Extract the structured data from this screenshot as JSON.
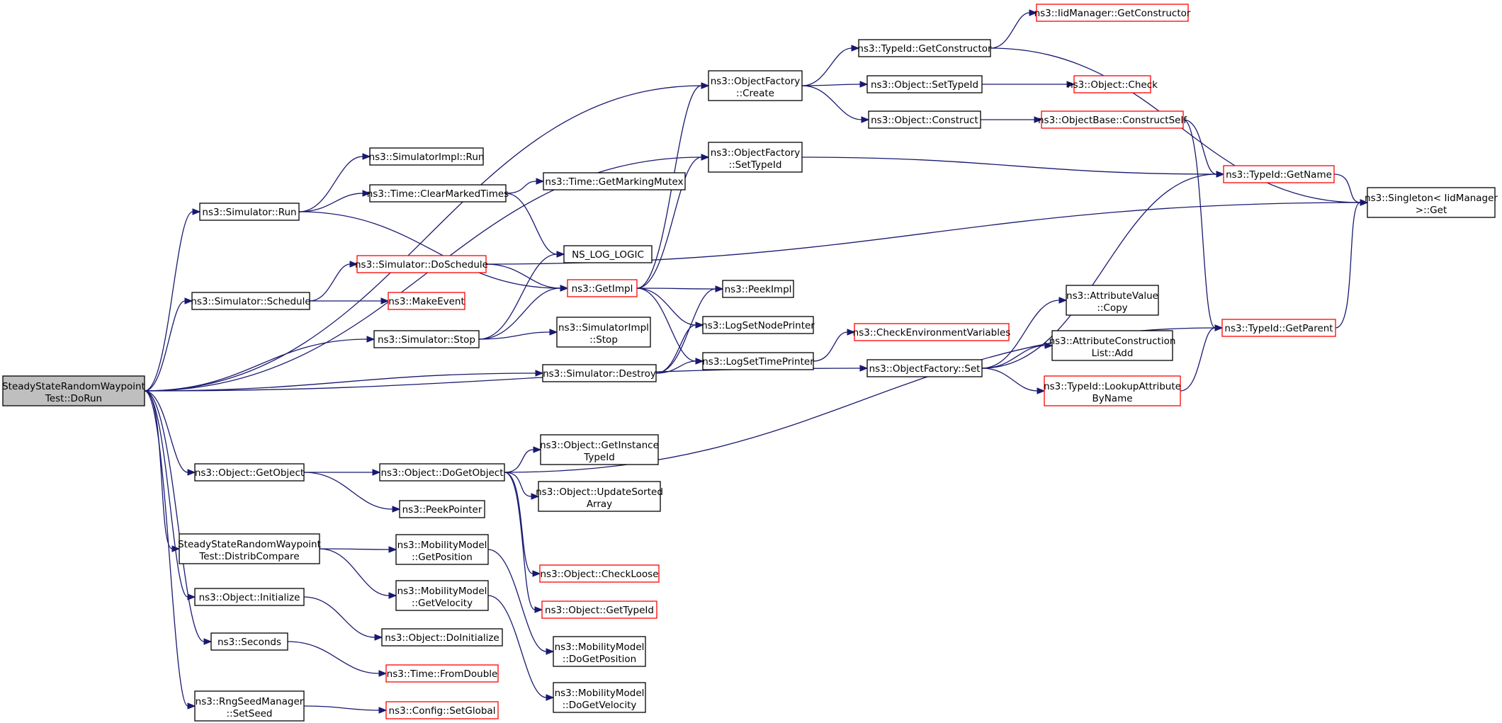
{
  "graph": {
    "kind": "call graph",
    "colors": {
      "background": "#ffffff",
      "edge": "#191970",
      "root_fill": "#bfbfbf",
      "node_fill": "#ffffff",
      "node_border": "#000000",
      "truncated_border": "#ff0000"
    },
    "nodes": [
      {
        "id": "root",
        "lines": [
          "SteadyStateRandomWaypoint",
          "Test::DoRun"
        ],
        "style": "root"
      },
      {
        "id": "sim_run",
        "lines": [
          "ns3::Simulator::Run"
        ],
        "style": "normal"
      },
      {
        "id": "sim_schedule",
        "lines": [
          "ns3::Simulator::Schedule"
        ],
        "style": "normal"
      },
      {
        "id": "sim_stop",
        "lines": [
          "ns3::Simulator::Stop"
        ],
        "style": "normal"
      },
      {
        "id": "sim_destroy",
        "lines": [
          "ns3::Simulator::Destroy"
        ],
        "style": "normal"
      },
      {
        "id": "obj_getobject",
        "lines": [
          "ns3::Object::GetObject"
        ],
        "style": "normal"
      },
      {
        "id": "distrib",
        "lines": [
          "SteadyStateRandomWaypoint",
          "Test::DistribCompare"
        ],
        "style": "normal"
      },
      {
        "id": "obj_init",
        "lines": [
          "ns3::Object::Initialize"
        ],
        "style": "normal"
      },
      {
        "id": "seconds",
        "lines": [
          "ns3::Seconds"
        ],
        "style": "normal"
      },
      {
        "id": "rng_setseed",
        "lines": [
          "ns3::RngSeedManager",
          "::SetSeed"
        ],
        "style": "normal"
      },
      {
        "id": "simimpl_run",
        "lines": [
          "ns3::SimulatorImpl::Run"
        ],
        "style": "normal"
      },
      {
        "id": "time_clear",
        "lines": [
          "ns3::Time::ClearMarkedTimes"
        ],
        "style": "normal"
      },
      {
        "id": "sim_doschedule",
        "lines": [
          "ns3::Simulator::DoSchedule"
        ],
        "style": "truncated"
      },
      {
        "id": "makeevent",
        "lines": [
          "ns3::MakeEvent"
        ],
        "style": "truncated"
      },
      {
        "id": "simimpl_stop",
        "lines": [
          "ns3::SimulatorImpl",
          "::Stop"
        ],
        "style": "normal"
      },
      {
        "id": "time_getmutex",
        "lines": [
          "ns3::Time::GetMarkingMutex"
        ],
        "style": "normal"
      },
      {
        "id": "ns_log_logic",
        "lines": [
          "NS_LOG_LOGIC"
        ],
        "style": "normal"
      },
      {
        "id": "getimpl",
        "lines": [
          "ns3::GetImpl"
        ],
        "style": "truncated"
      },
      {
        "id": "of_create",
        "lines": [
          "ns3::ObjectFactory",
          "::Create"
        ],
        "style": "normal"
      },
      {
        "id": "of_settypeid",
        "lines": [
          "ns3::ObjectFactory",
          "::SetTypeId"
        ],
        "style": "normal"
      },
      {
        "id": "peekimpl",
        "lines": [
          "ns3::PeekImpl"
        ],
        "style": "normal"
      },
      {
        "id": "logsetnode",
        "lines": [
          "ns3::LogSetNodePrinter"
        ],
        "style": "normal"
      },
      {
        "id": "logsettime",
        "lines": [
          "ns3::LogSetTimePrinter"
        ],
        "style": "normal"
      },
      {
        "id": "obj_dogetobject",
        "lines": [
          "ns3::Object::DoGetObject"
        ],
        "style": "normal"
      },
      {
        "id": "peekpointer",
        "lines": [
          "ns3::PeekPointer"
        ],
        "style": "normal"
      },
      {
        "id": "mm_getpos",
        "lines": [
          "ns3::MobilityModel",
          "::GetPosition"
        ],
        "style": "normal"
      },
      {
        "id": "mm_getvel",
        "lines": [
          "ns3::MobilityModel",
          "::GetVelocity"
        ],
        "style": "normal"
      },
      {
        "id": "obj_doinit",
        "lines": [
          "ns3::Object::DoInitialize"
        ],
        "style": "normal"
      },
      {
        "id": "time_fromdouble",
        "lines": [
          "ns3::Time::FromDouble"
        ],
        "style": "truncated"
      },
      {
        "id": "config_setglobal",
        "lines": [
          "ns3::Config::SetGlobal"
        ],
        "style": "truncated"
      },
      {
        "id": "obj_getinstance",
        "lines": [
          "ns3::Object::GetInstance",
          "TypeId"
        ],
        "style": "normal"
      },
      {
        "id": "obj_updatesorted",
        "lines": [
          "ns3::Object::UpdateSorted",
          "Array"
        ],
        "style": "normal"
      },
      {
        "id": "obj_checkloose",
        "lines": [
          "ns3::Object::CheckLoose"
        ],
        "style": "truncated"
      },
      {
        "id": "obj_gettypeid",
        "lines": [
          "ns3::Object::GetTypeId"
        ],
        "style": "truncated"
      },
      {
        "id": "mm_dogetpos",
        "lines": [
          "ns3::MobilityModel",
          "::DoGetPosition"
        ],
        "style": "normal"
      },
      {
        "id": "mm_dogetvel",
        "lines": [
          "ns3::MobilityModel",
          "::DoGetVelocity"
        ],
        "style": "normal"
      },
      {
        "id": "typeid_getctor",
        "lines": [
          "ns3::TypeId::GetConstructor"
        ],
        "style": "normal"
      },
      {
        "id": "obj_settypeid",
        "lines": [
          "ns3::Object::SetTypeId"
        ],
        "style": "normal"
      },
      {
        "id": "obj_construct",
        "lines": [
          "ns3::Object::Construct"
        ],
        "style": "normal"
      },
      {
        "id": "checkenv",
        "lines": [
          "ns3::CheckEnvironmentVariables"
        ],
        "style": "truncated"
      },
      {
        "id": "of_set",
        "lines": [
          "ns3::ObjectFactory::Set"
        ],
        "style": "normal"
      },
      {
        "id": "iid_getctor",
        "lines": [
          "ns3::IidManager::GetConstructor"
        ],
        "style": "truncated"
      },
      {
        "id": "obj_check",
        "lines": [
          "ns3::Object::Check"
        ],
        "style": "truncated"
      },
      {
        "id": "objbase_constructself",
        "lines": [
          "ns3::ObjectBase::ConstructSelf"
        ],
        "style": "truncated"
      },
      {
        "id": "av_copy",
        "lines": [
          "ns3::AttributeValue",
          "::Copy"
        ],
        "style": "normal"
      },
      {
        "id": "acl_add",
        "lines": [
          "ns3::AttributeConstruction",
          "List::Add"
        ],
        "style": "normal"
      },
      {
        "id": "typeid_lookup",
        "lines": [
          "ns3::TypeId::LookupAttribute",
          "ByName"
        ],
        "style": "truncated"
      },
      {
        "id": "typeid_getname",
        "lines": [
          "ns3::TypeId::GetName"
        ],
        "style": "truncated"
      },
      {
        "id": "typeid_getparent",
        "lines": [
          "ns3::TypeId::GetParent"
        ],
        "style": "truncated"
      },
      {
        "id": "singleton_get",
        "lines": [
          "ns3::Singleton< IidManager",
          " >::Get"
        ],
        "style": "normal"
      }
    ],
    "edges": [
      {
        "from": "root",
        "to": "of_create"
      },
      {
        "from": "root",
        "to": "of_settypeid"
      },
      {
        "from": "root",
        "to": "sim_run"
      },
      {
        "from": "root",
        "to": "sim_schedule"
      },
      {
        "from": "root",
        "to": "sim_stop"
      },
      {
        "from": "root",
        "to": "sim_destroy"
      },
      {
        "from": "root",
        "to": "of_set"
      },
      {
        "from": "root",
        "to": "obj_getobject"
      },
      {
        "from": "root",
        "to": "distrib"
      },
      {
        "from": "root",
        "to": "obj_init"
      },
      {
        "from": "root",
        "to": "seconds"
      },
      {
        "from": "root",
        "to": "rng_setseed"
      },
      {
        "from": "sim_run",
        "to": "simimpl_run"
      },
      {
        "from": "sim_run",
        "to": "time_clear"
      },
      {
        "from": "sim_run",
        "to": "getimpl"
      },
      {
        "from": "time_clear",
        "to": "time_getmutex"
      },
      {
        "from": "time_clear",
        "to": "ns_log_logic"
      },
      {
        "from": "sim_schedule",
        "to": "sim_doschedule"
      },
      {
        "from": "sim_schedule",
        "to": "makeevent"
      },
      {
        "from": "sim_doschedule",
        "to": "getimpl"
      },
      {
        "from": "sim_doschedule",
        "to": "singleton_get"
      },
      {
        "from": "sim_stop",
        "to": "ns_log_logic"
      },
      {
        "from": "sim_stop",
        "to": "getimpl"
      },
      {
        "from": "sim_stop",
        "to": "simimpl_stop"
      },
      {
        "from": "sim_destroy",
        "to": "peekimpl"
      },
      {
        "from": "sim_destroy",
        "to": "logsetnode"
      },
      {
        "from": "sim_destroy",
        "to": "logsettime"
      },
      {
        "from": "getimpl",
        "to": "of_create"
      },
      {
        "from": "getimpl",
        "to": "of_settypeid"
      },
      {
        "from": "getimpl",
        "to": "peekimpl"
      },
      {
        "from": "getimpl",
        "to": "logsetnode"
      },
      {
        "from": "getimpl",
        "to": "logsettime"
      },
      {
        "from": "of_create",
        "to": "typeid_getctor"
      },
      {
        "from": "of_create",
        "to": "obj_settypeid"
      },
      {
        "from": "of_create",
        "to": "obj_construct"
      },
      {
        "from": "of_settypeid",
        "to": "typeid_getname"
      },
      {
        "from": "logsettime",
        "to": "checkenv"
      },
      {
        "from": "typeid_getctor",
        "to": "iid_getctor"
      },
      {
        "from": "typeid_getctor",
        "to": "singleton_get"
      },
      {
        "from": "obj_settypeid",
        "to": "obj_check"
      },
      {
        "from": "obj_construct",
        "to": "objbase_constructself"
      },
      {
        "from": "objbase_constructself",
        "to": "typeid_getname"
      },
      {
        "from": "objbase_constructself",
        "to": "typeid_getparent"
      },
      {
        "from": "typeid_getname",
        "to": "singleton_get"
      },
      {
        "from": "typeid_getparent",
        "to": "singleton_get"
      },
      {
        "from": "of_set",
        "to": "typeid_getname"
      },
      {
        "from": "of_set",
        "to": "av_copy"
      },
      {
        "from": "of_set",
        "to": "acl_add"
      },
      {
        "from": "of_set",
        "to": "typeid_lookup"
      },
      {
        "from": "typeid_lookup",
        "to": "typeid_getparent"
      },
      {
        "from": "obj_getobject",
        "to": "obj_dogetobject"
      },
      {
        "from": "obj_getobject",
        "to": "peekpointer"
      },
      {
        "from": "obj_dogetobject",
        "to": "obj_getinstance"
      },
      {
        "from": "obj_dogetobject",
        "to": "obj_updatesorted"
      },
      {
        "from": "obj_dogetobject",
        "to": "obj_checkloose"
      },
      {
        "from": "obj_dogetobject",
        "to": "obj_gettypeid"
      },
      {
        "from": "obj_dogetobject",
        "to": "typeid_getparent"
      },
      {
        "from": "distrib",
        "to": "mm_getpos"
      },
      {
        "from": "distrib",
        "to": "mm_getvel"
      },
      {
        "from": "mm_getpos",
        "to": "mm_dogetpos"
      },
      {
        "from": "mm_getvel",
        "to": "mm_dogetvel"
      },
      {
        "from": "obj_init",
        "to": "obj_doinit"
      },
      {
        "from": "seconds",
        "to": "time_fromdouble"
      },
      {
        "from": "rng_setseed",
        "to": "config_setglobal"
      }
    ]
  }
}
